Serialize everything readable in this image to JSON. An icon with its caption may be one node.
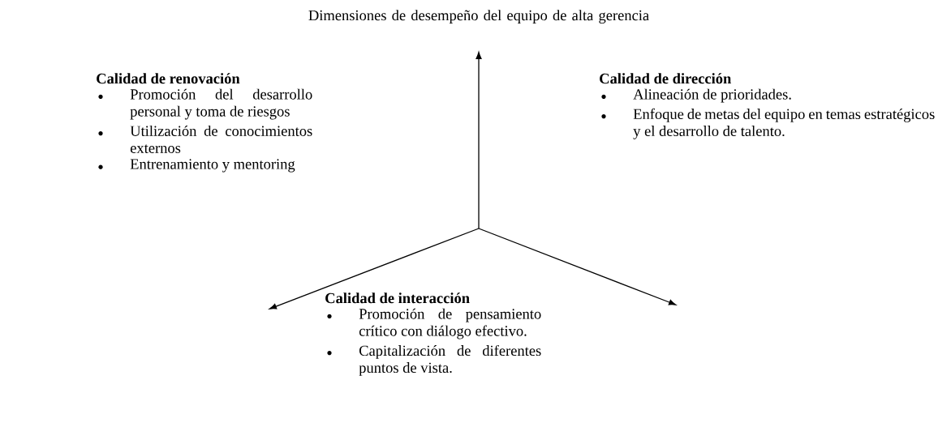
{
  "diagram": {
    "title": "Dimensiones de desempeño del equipo de alta gerencia",
    "labels": [
      "Calidad de renovación",
      "Promoción del desarrollo personal y toma de riesgos",
      "Utilización de conocimientos externos",
      "Entrenamiento y mentoring",
      "Calidad de dirección",
      "Alineación de prioridades.",
      "Enfoque de metas del equipo en temas estratégicos y el desarrollo de talento.",
      "Calidad de interacción",
      "Promoción de pensamiento crítico con diálogo efectivo.",
      "Capitalización de diferentes puntos de vista."
    ]
  }
}
